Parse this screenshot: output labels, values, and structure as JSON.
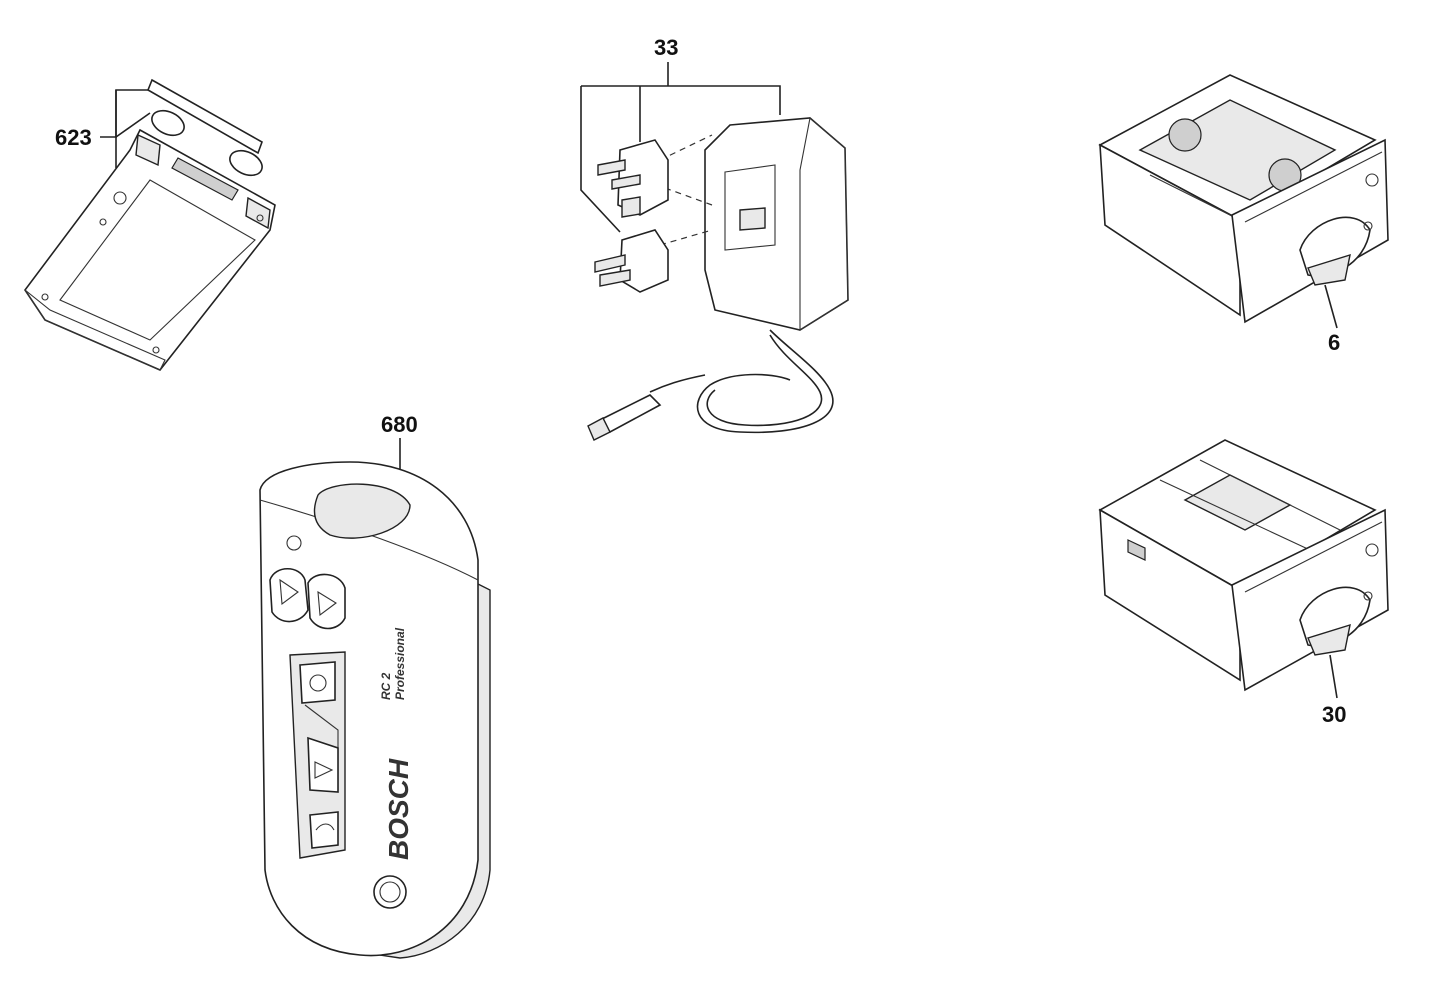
{
  "callouts": {
    "part_623": "623",
    "part_33": "33",
    "part_6": "6",
    "part_680": "680",
    "part_30": "30"
  },
  "remote_markings": {
    "brand": "BOSCH",
    "model": "RC 2",
    "line": "Professional"
  }
}
